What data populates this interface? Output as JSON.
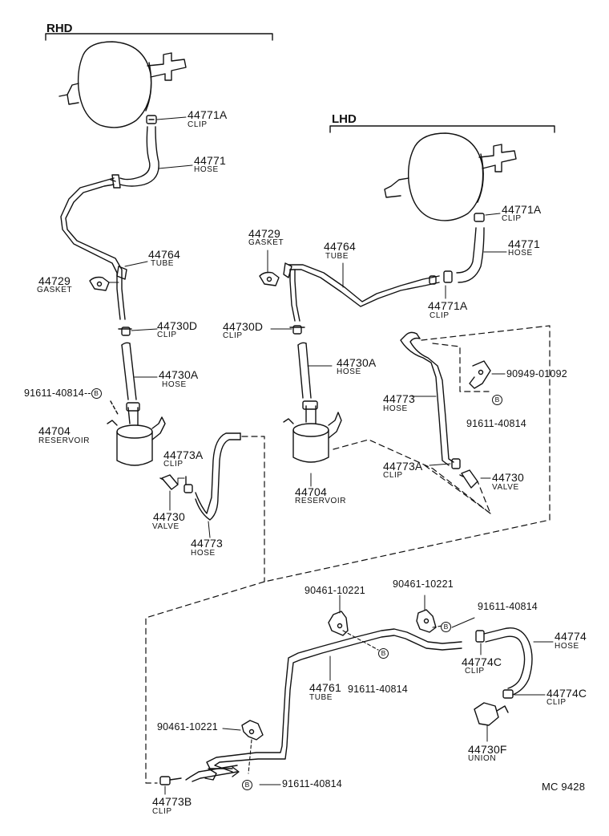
{
  "sections": {
    "rhd": "RHD",
    "lhd": "LHD"
  },
  "footer": {
    "code": "MC  9428"
  },
  "bolt_mark": "B",
  "rhd": {
    "clip_44771a": {
      "pn": "44771A",
      "name": "CLIP"
    },
    "hose_44771": {
      "pn": "44771",
      "name": "HOSE"
    },
    "tube_44764": {
      "pn": "44764",
      "name": "TUBE"
    },
    "gasket_44729": {
      "pn": "44729",
      "name": "GASKET"
    },
    "clip_44730d": {
      "pn": "44730D",
      "name": "CLIP"
    },
    "hose_44730a": {
      "pn": "44730A",
      "name": "HOSE"
    },
    "bolt_91611": {
      "pn": "91611-40814"
    },
    "reservoir_44704": {
      "pn": "44704",
      "name": "RESERVOIR"
    },
    "clip_44773a": {
      "pn": "44773A",
      "name": "CLIP"
    },
    "valve_44730": {
      "pn": "44730",
      "name": "VALVE"
    },
    "hose_44773": {
      "pn": "44773",
      "name": "HOSE"
    }
  },
  "lhd": {
    "gasket_44729": {
      "pn": "44729",
      "name": "GASKET"
    },
    "tube_44764": {
      "pn": "44764",
      "name": "TUBE"
    },
    "clip_44771a_top": {
      "pn": "44771A",
      "name": "CLIP"
    },
    "hose_44771": {
      "pn": "44771",
      "name": "HOSE"
    },
    "clip_44771a_low": {
      "pn": "44771A",
      "name": "CLIP"
    },
    "clip_44730d": {
      "pn": "44730D",
      "name": "CLIP"
    },
    "hose_44730a": {
      "pn": "44730A",
      "name": "HOSE"
    },
    "clamp_90949": {
      "pn": "90949-01092"
    },
    "hose_44773": {
      "pn": "44773",
      "name": "HOSE"
    },
    "bolt_91611": {
      "pn": "91611-40814"
    },
    "clip_44773a": {
      "pn": "44773A",
      "name": "CLIP"
    },
    "valve_44730": {
      "pn": "44730",
      "name": "VALVE"
    },
    "reservoir_44704": {
      "pn": "44704",
      "name": "RESERVOIR"
    }
  },
  "lower": {
    "clamp_a": {
      "pn": "90461-10221"
    },
    "clamp_b": {
      "pn": "90461-10221"
    },
    "bolt_a": {
      "pn": "91611-40814"
    },
    "hose_44774": {
      "pn": "44774",
      "name": "HOSE"
    },
    "clip_44774c_a": {
      "pn": "44774C",
      "name": "CLIP"
    },
    "tube_44761": {
      "pn": "44761",
      "name": "TUBE"
    },
    "bolt_b": {
      "pn": "91611-40814"
    },
    "clip_44774c_b": {
      "pn": "44774C",
      "name": "CLIP"
    },
    "union_44730f": {
      "pn": "44730F",
      "name": "UNION"
    },
    "clamp_c": {
      "pn": "90461-10221"
    },
    "bolt_c": {
      "pn": "91611-40814"
    },
    "clip_44773b": {
      "pn": "44773B",
      "name": "CLIP"
    }
  }
}
